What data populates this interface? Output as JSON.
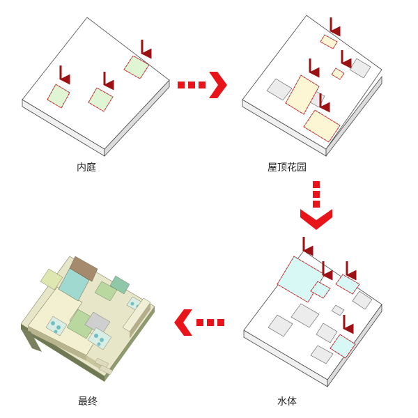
{
  "labels": {
    "step1": "内庭",
    "step2": "屋顶花园",
    "step3": "水体",
    "step4": "最终"
  },
  "colors": {
    "arrow_red": "#e8141a",
    "marker_red": "#9b1114",
    "block_top": "#ffffff",
    "block_left": "#f1f1f1",
    "block_right": "#dddddd",
    "courtyard": "#e0f5d3",
    "roof_garden": "#fdf6d4",
    "water": "#d8f8f6"
  }
}
